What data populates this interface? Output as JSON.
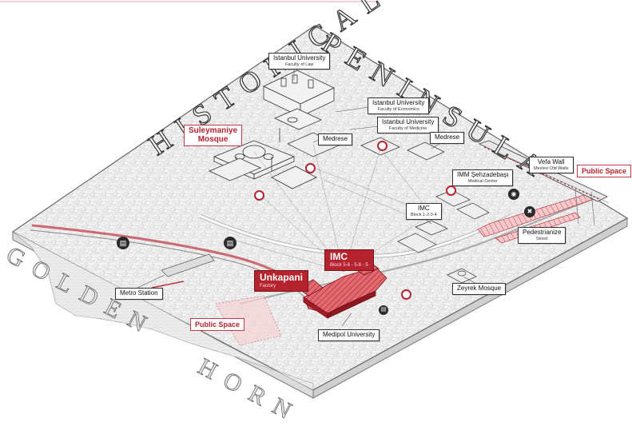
{
  "big_titles": {
    "historical": "HISTORICAL",
    "peninsula": "PENINSULA",
    "golden": "GOLDEN",
    "horn": "HORN"
  },
  "labels": {
    "univ_law": {
      "title": "Istanbul University",
      "sub": "Faculty of Law"
    },
    "univ_econ": {
      "title": "Istanbul University",
      "sub": "Faculty of Economics"
    },
    "univ_med": {
      "title": "Istanbul University",
      "sub": "Faculty of Medicine"
    },
    "suleymaniye": {
      "line1": "Suleymaniye",
      "line2": "Mosque"
    },
    "medrese1": {
      "title": "Medrese"
    },
    "medrese2": {
      "title": "Medrese"
    },
    "vefa": {
      "title": "Vefa Wall",
      "sub": "Mevlevi Old Walls"
    },
    "public_space_right": {
      "title": "Public Space"
    },
    "imm": {
      "title": "IMM Şehzadebaşı",
      "sub": "Medical Center"
    },
    "imc_small": {
      "title": "IMC",
      "sub": "Block 1-2-3-4"
    },
    "pedestrianize": {
      "title": "Pedestrianize",
      "sub": "Street"
    },
    "imc_main": {
      "title": "IMC",
      "sub": "Block 5-6 - 5-8 - 5"
    },
    "unkapani": {
      "title": "Unkapani",
      "sub": "Factory"
    },
    "zeyrek": {
      "title": "Zeyrek Mosque"
    },
    "metro": {
      "title": "Metro Station"
    },
    "public_space_left": {
      "title": "Public Space"
    },
    "medipol": {
      "title": "Medipol University"
    }
  },
  "icons": [
    "metro-icon",
    "camera-icon",
    "transit-icon",
    "pin-icon"
  ],
  "colors": {
    "accent_red": "#b5232f",
    "highlight_red": "#d4404c",
    "ink": "#333333",
    "paper": "#ffffff",
    "marker_dark": "#2b2b2b"
  }
}
